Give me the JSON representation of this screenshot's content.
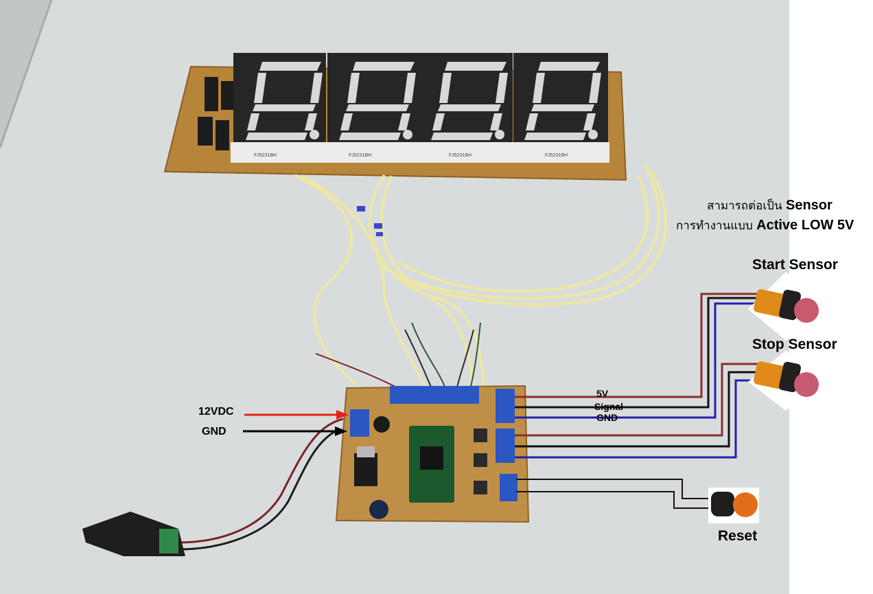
{
  "pcb_labels": {
    "segment_codes": [
      "FJ5231BH",
      "FJ5231BH",
      "FJ5231BH",
      "FJ5231BH"
    ]
  },
  "annotations": {
    "thai_line1_prefix": "สามารถต่อเป็น",
    "thai_line1_bold": "Sensor",
    "thai_line2_prefix": "การทำงานแบบ",
    "thai_line2_bold": "Active LOW 5V",
    "start_sensor": "Start Sensor",
    "stop_sensor": "Stop Sensor",
    "reset": "Reset",
    "power_12v": "12VDC",
    "power_gnd": "GND",
    "wire_5v": "5V",
    "wire_signal": "Signal",
    "wire_gnd": "GND"
  },
  "colors": {
    "wire_5v": "#8b2e2e",
    "wire_signal": "#111111",
    "wire_gnd": "#1f1fb0",
    "arrow_12v": "#e8231f",
    "arrow_gnd": "#000000"
  }
}
